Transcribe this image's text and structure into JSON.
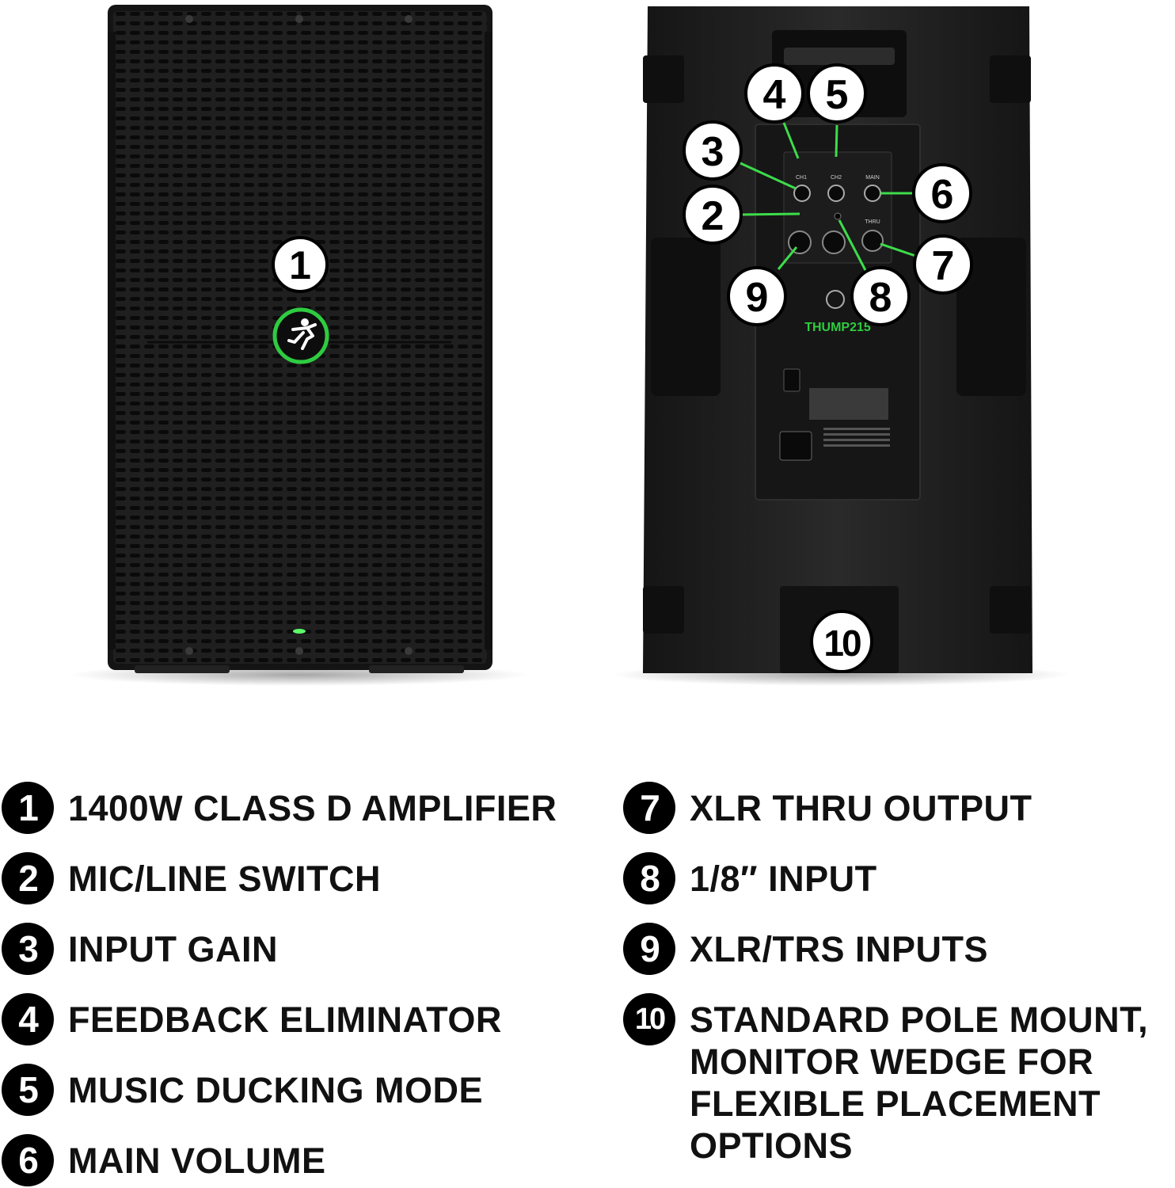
{
  "colors": {
    "background": "#ffffff",
    "speaker_body": "#1c1c1c",
    "grille": "#2a2a2a",
    "accent_green": "#2ecc40",
    "callout_fill": "#ffffff",
    "callout_stroke": "#000000",
    "leader_line": "#3ddc4a",
    "legend_badge": "#000000",
    "legend_text": "#111111"
  },
  "figure": {
    "front_view": {
      "logo_icon": "mackie-running-man-icon",
      "power_led": "green"
    },
    "rear_view": {
      "brand_label": "THUMP215",
      "panel_labels": [
        "CH1",
        "CH2",
        "MAIN",
        "THRU"
      ]
    },
    "callouts": [
      "1",
      "2",
      "3",
      "4",
      "5",
      "6",
      "7",
      "8",
      "9",
      "10"
    ]
  },
  "legend": {
    "left": [
      {
        "num": "1",
        "text": "1400W CLASS D AMPLIFIER"
      },
      {
        "num": "2",
        "text": "MIC/LINE SWITCH"
      },
      {
        "num": "3",
        "text": "INPUT GAIN"
      },
      {
        "num": "4",
        "text": "FEEDBACK ELIMINATOR"
      },
      {
        "num": "5",
        "text": "MUSIC DUCKING MODE"
      },
      {
        "num": "6",
        "text": "MAIN VOLUME"
      }
    ],
    "right": [
      {
        "num": "7",
        "text": "XLR THRU OUTPUT"
      },
      {
        "num": "8",
        "text": "1/8″ INPUT"
      },
      {
        "num": "9",
        "text": "XLR/TRS INPUTS"
      },
      {
        "num": "10",
        "lines": [
          "STANDARD POLE MOUNT,",
          "MONITOR WEDGE FOR",
          "FLEXIBLE PLACEMENT",
          "OPTIONS"
        ]
      }
    ]
  }
}
